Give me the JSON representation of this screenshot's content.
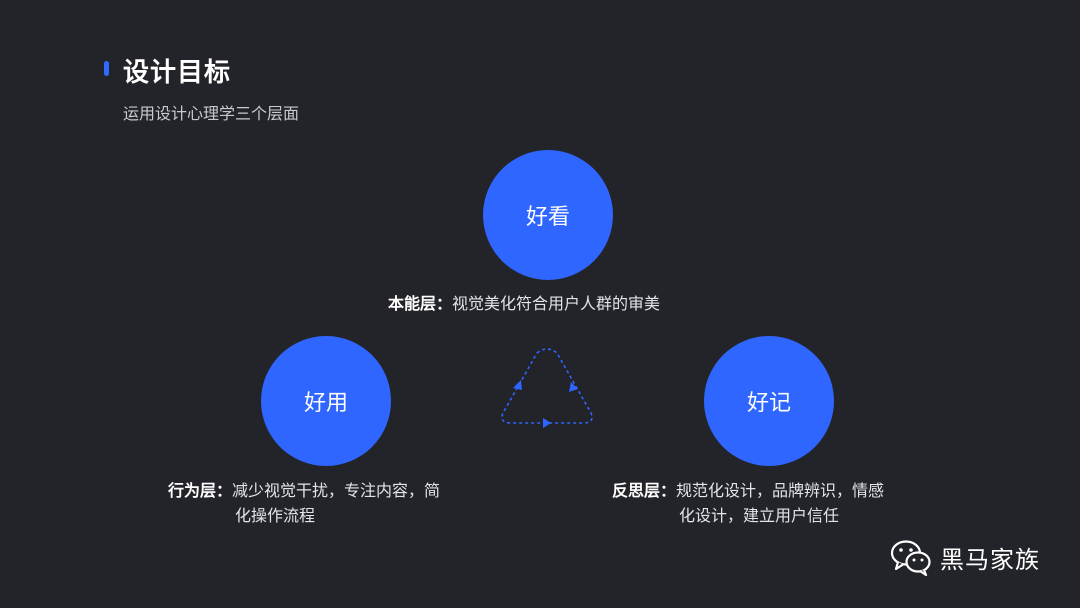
{
  "header": {
    "title": "设计目标",
    "subtitle": "运用设计心理学三个层面"
  },
  "diagram": {
    "top": {
      "circle_label": "好看",
      "layer_label": "本能层：",
      "description": "视觉美化符合用户人群的审美"
    },
    "left": {
      "circle_label": "好用",
      "layer_label": "行为层：",
      "description_line1": "减少视觉干扰，专注内容，简",
      "description_line2": "化操作流程"
    },
    "right": {
      "circle_label": "好记",
      "layer_label": "反思层：",
      "description_line1": "规范化设计，品牌辨识，情感",
      "description_line2": "化设计，建立用户信任"
    }
  },
  "watermark": {
    "icon": "wechat-icon",
    "name": "黑马家族"
  },
  "colors": {
    "background": "#23242a",
    "accent": "#2f6bff",
    "circle": "#2e66ff",
    "text": "#ffffff"
  }
}
